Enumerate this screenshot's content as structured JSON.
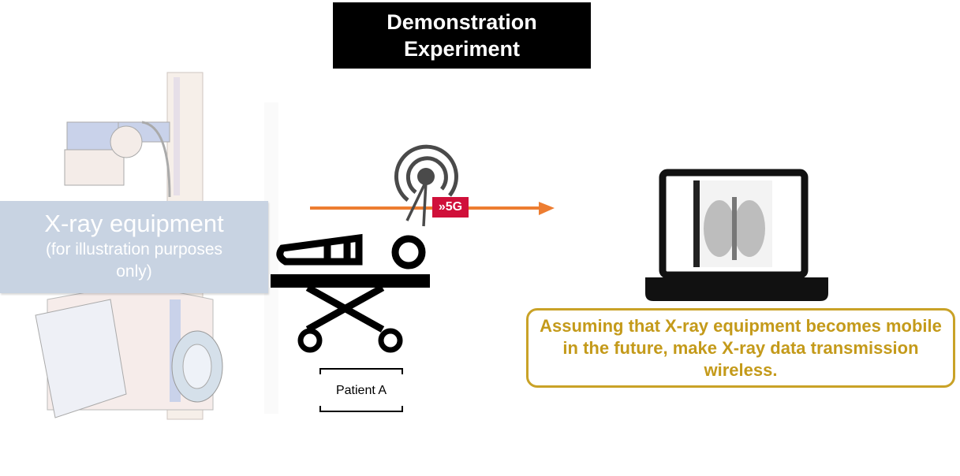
{
  "title": {
    "line1": "Demonstration",
    "line2": "Experiment"
  },
  "xray": {
    "label": "X-ray equipment",
    "note_line1": "(for illustration purposes",
    "note_line2": "only)"
  },
  "network": {
    "badge": "»5G"
  },
  "patient": {
    "label": "Patient A"
  },
  "callout": {
    "text": "Assuming that X-ray equipment becomes mobile in the future, make X-ray data transmission wireless."
  },
  "colors": {
    "arrow": "#ed7d31",
    "badge": "#d0103a",
    "callout": "#c9a227",
    "label_bg": "#c8d3e2"
  }
}
